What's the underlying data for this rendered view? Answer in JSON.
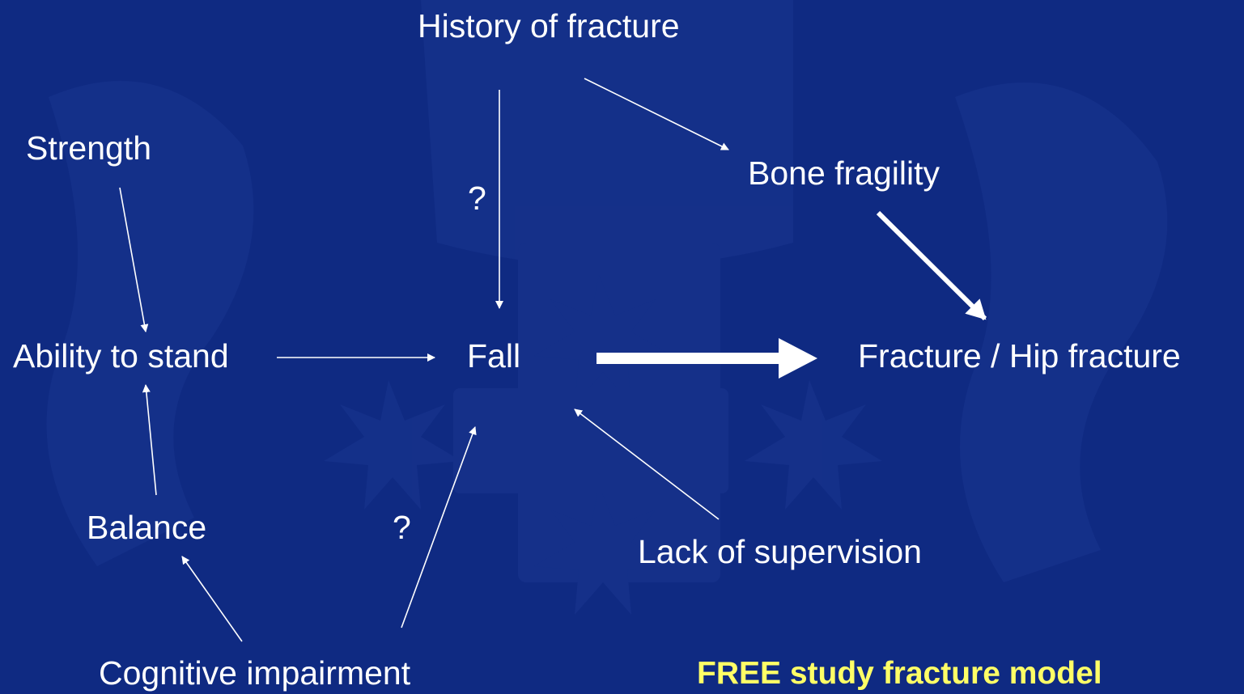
{
  "diagram": {
    "nodes": {
      "history_of_fracture": "History of fracture",
      "strength": "Strength",
      "bone_fragility": "Bone fragility",
      "ability_to_stand": "Ability to stand",
      "fall": "Fall",
      "fracture_hip_fracture": "Fracture / Hip fracture",
      "balance": "Balance",
      "lack_of_supervision": "Lack of supervision",
      "cognitive_impairment": "Cognitive impairment"
    },
    "uncertain_marks": {
      "history_to_fall": "?",
      "cognitive_to_fall": "?"
    },
    "caption": "FREE study fracture model",
    "edges": [
      {
        "from": "history_of_fracture",
        "to": "fall",
        "weight": "thin",
        "uncertain": true
      },
      {
        "from": "history_of_fracture",
        "to": "bone_fragility",
        "weight": "thin"
      },
      {
        "from": "strength",
        "to": "ability_to_stand",
        "weight": "thin"
      },
      {
        "from": "bone_fragility",
        "to": "fracture_hip_fracture",
        "weight": "medium"
      },
      {
        "from": "ability_to_stand",
        "to": "fall",
        "weight": "thin"
      },
      {
        "from": "fall",
        "to": "fracture_hip_fracture",
        "weight": "thick"
      },
      {
        "from": "balance",
        "to": "ability_to_stand",
        "weight": "thin"
      },
      {
        "from": "cognitive_impairment",
        "to": "balance",
        "weight": "thin"
      },
      {
        "from": "cognitive_impairment",
        "to": "fall",
        "weight": "thin",
        "uncertain": true
      },
      {
        "from": "lack_of_supervision",
        "to": "fall",
        "weight": "thin"
      }
    ],
    "colors": {
      "background": "#0f2a82",
      "text": "#ffffff",
      "caption": "#ffff66",
      "arrow": "#ffffff"
    }
  }
}
